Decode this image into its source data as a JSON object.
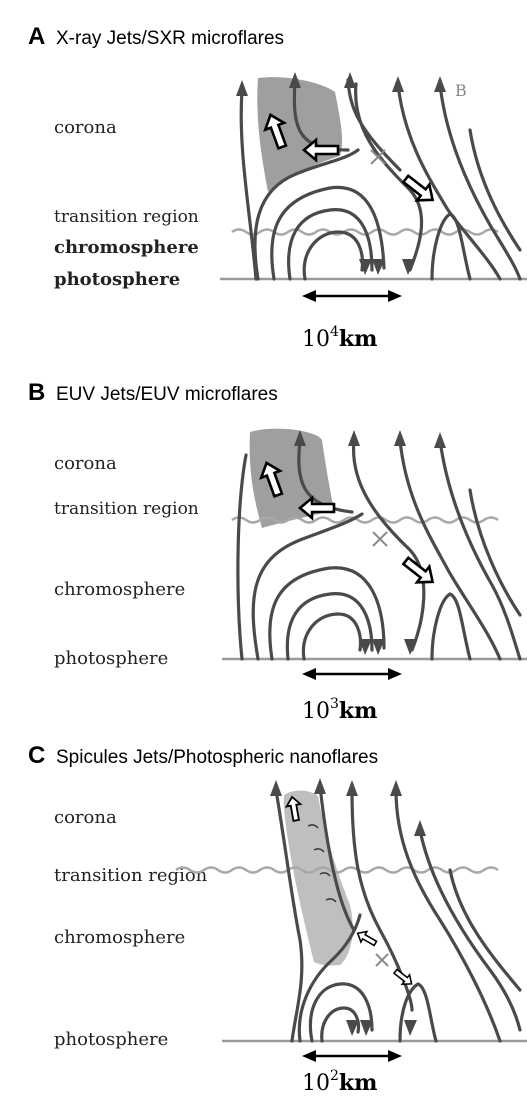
{
  "panels": [
    {
      "letter": "A",
      "title": "X-ray Jets/SXR microflares",
      "layers": [
        "corona",
        "transition region",
        "chromosphere",
        "photosphere"
      ],
      "scale_base": "10",
      "scale_exp": "4",
      "scale_unit": "km",
      "field_label": "B"
    },
    {
      "letter": "B",
      "title": "EUV Jets/EUV microflares",
      "layers": [
        "corona",
        "transition region",
        "chromosphere",
        "photosphere"
      ],
      "scale_base": "10",
      "scale_exp": "3",
      "scale_unit": "km"
    },
    {
      "letter": "C",
      "title": "Spicules Jets/Photospheric nanoflares",
      "layers": [
        "corona",
        "transition region",
        "chromosphere",
        "photosphere"
      ],
      "scale_base": "10",
      "scale_exp": "2",
      "scale_unit": "km"
    }
  ],
  "colors": {
    "field_lines": "#4a4a4a",
    "jet_shading": "#9f9f9f",
    "surface_lines": "#9a9a9a"
  }
}
